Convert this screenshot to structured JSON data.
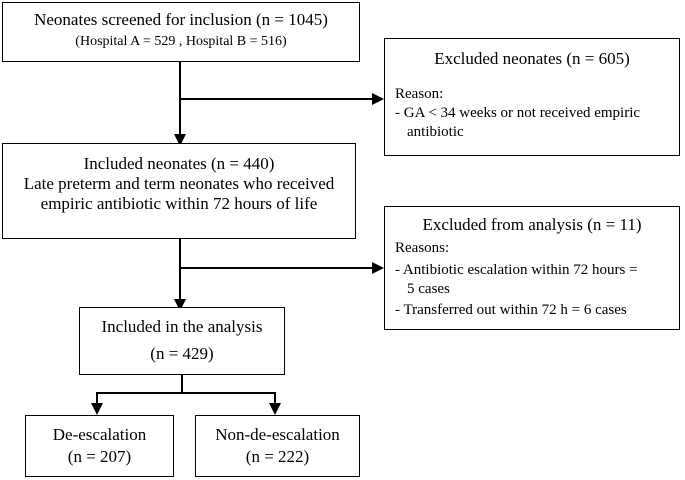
{
  "screened": {
    "title": "Neonates screened for inclusion (n = 1045)",
    "detail": "(Hospital A = 529 , Hospital B = 516)"
  },
  "excluded_neonates": {
    "title": "Excluded neonates (n = 605)",
    "reason_label": "Reason:",
    "reason_line1": "- GA < 34 weeks or not received empiric",
    "reason_line2": "antibiotic"
  },
  "included_neonates": {
    "title": "Included neonates (n = 440)",
    "line2": "Late preterm and term neonates who received",
    "line3": "empiric antibiotic within 72 hours of life"
  },
  "excluded_analysis": {
    "title": "Excluded from analysis (n = 11)",
    "reasons_label": "Reasons:",
    "reason1_line1": "- Antibiotic escalation within 72 hours =",
    "reason1_line2": "5 cases",
    "reason2": "- Transferred out within 72 h = 6 cases"
  },
  "included_analysis": {
    "title": "Included in the analysis",
    "count": "(n = 429)"
  },
  "de_escalation": {
    "title": "De-escalation",
    "count": "(n = 207)"
  },
  "non_de_escalation": {
    "title": "Non-de-escalation",
    "count": "(n = 222)"
  }
}
